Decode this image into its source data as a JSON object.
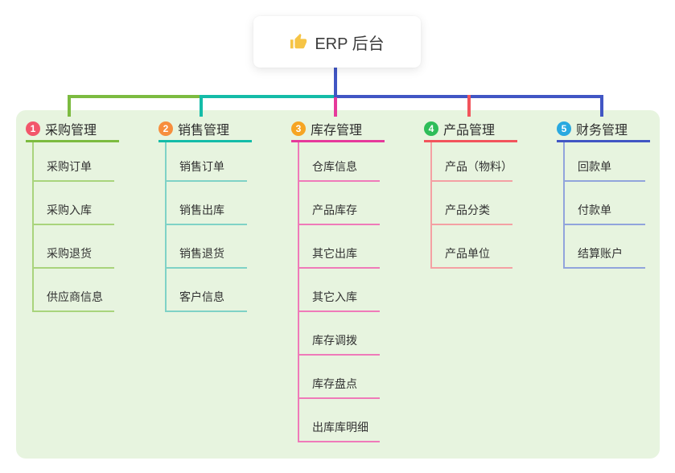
{
  "root": {
    "label": "ERP 后台",
    "icon": "thumbs-up-icon"
  },
  "colors": {
    "panel_background": "#e7f4df",
    "root_connector": "#4156c4"
  },
  "branches": [
    {
      "index": "1",
      "label": "采购管理",
      "line_color": "#7cbb40",
      "child_line_color": "#a9d47c",
      "badge_color": "#f2566b",
      "children": [
        "采购订单",
        "采购入库",
        "采购退货",
        "供应商信息"
      ]
    },
    {
      "index": "2",
      "label": "销售管理",
      "line_color": "#14bca8",
      "child_line_color": "#7fd2c6",
      "badge_color": "#f78e3d",
      "children": [
        "销售订单",
        "销售出库",
        "销售退货",
        "客户信息"
      ]
    },
    {
      "index": "3",
      "label": "库存管理",
      "line_color": "#e6399b",
      "child_line_color": "#ef7ab9",
      "badge_color": "#f6a523",
      "children": [
        "仓库信息",
        "产品库存",
        "其它出库",
        "其它入库",
        "库存调拨",
        "库存盘点",
        "出库库明细"
      ]
    },
    {
      "index": "4",
      "label": "产品管理",
      "line_color": "#f2545c",
      "child_line_color": "#f4a0a3",
      "badge_color": "#2ebd59",
      "children": [
        "产品（物料）",
        "产品分类",
        "产品单位"
      ]
    },
    {
      "index": "5",
      "label": "财务管理",
      "line_color": "#4156c4",
      "child_line_color": "#91a4dc",
      "badge_color": "#29a9e0",
      "children": [
        "回款单",
        "付款单",
        "结算账户"
      ]
    }
  ]
}
